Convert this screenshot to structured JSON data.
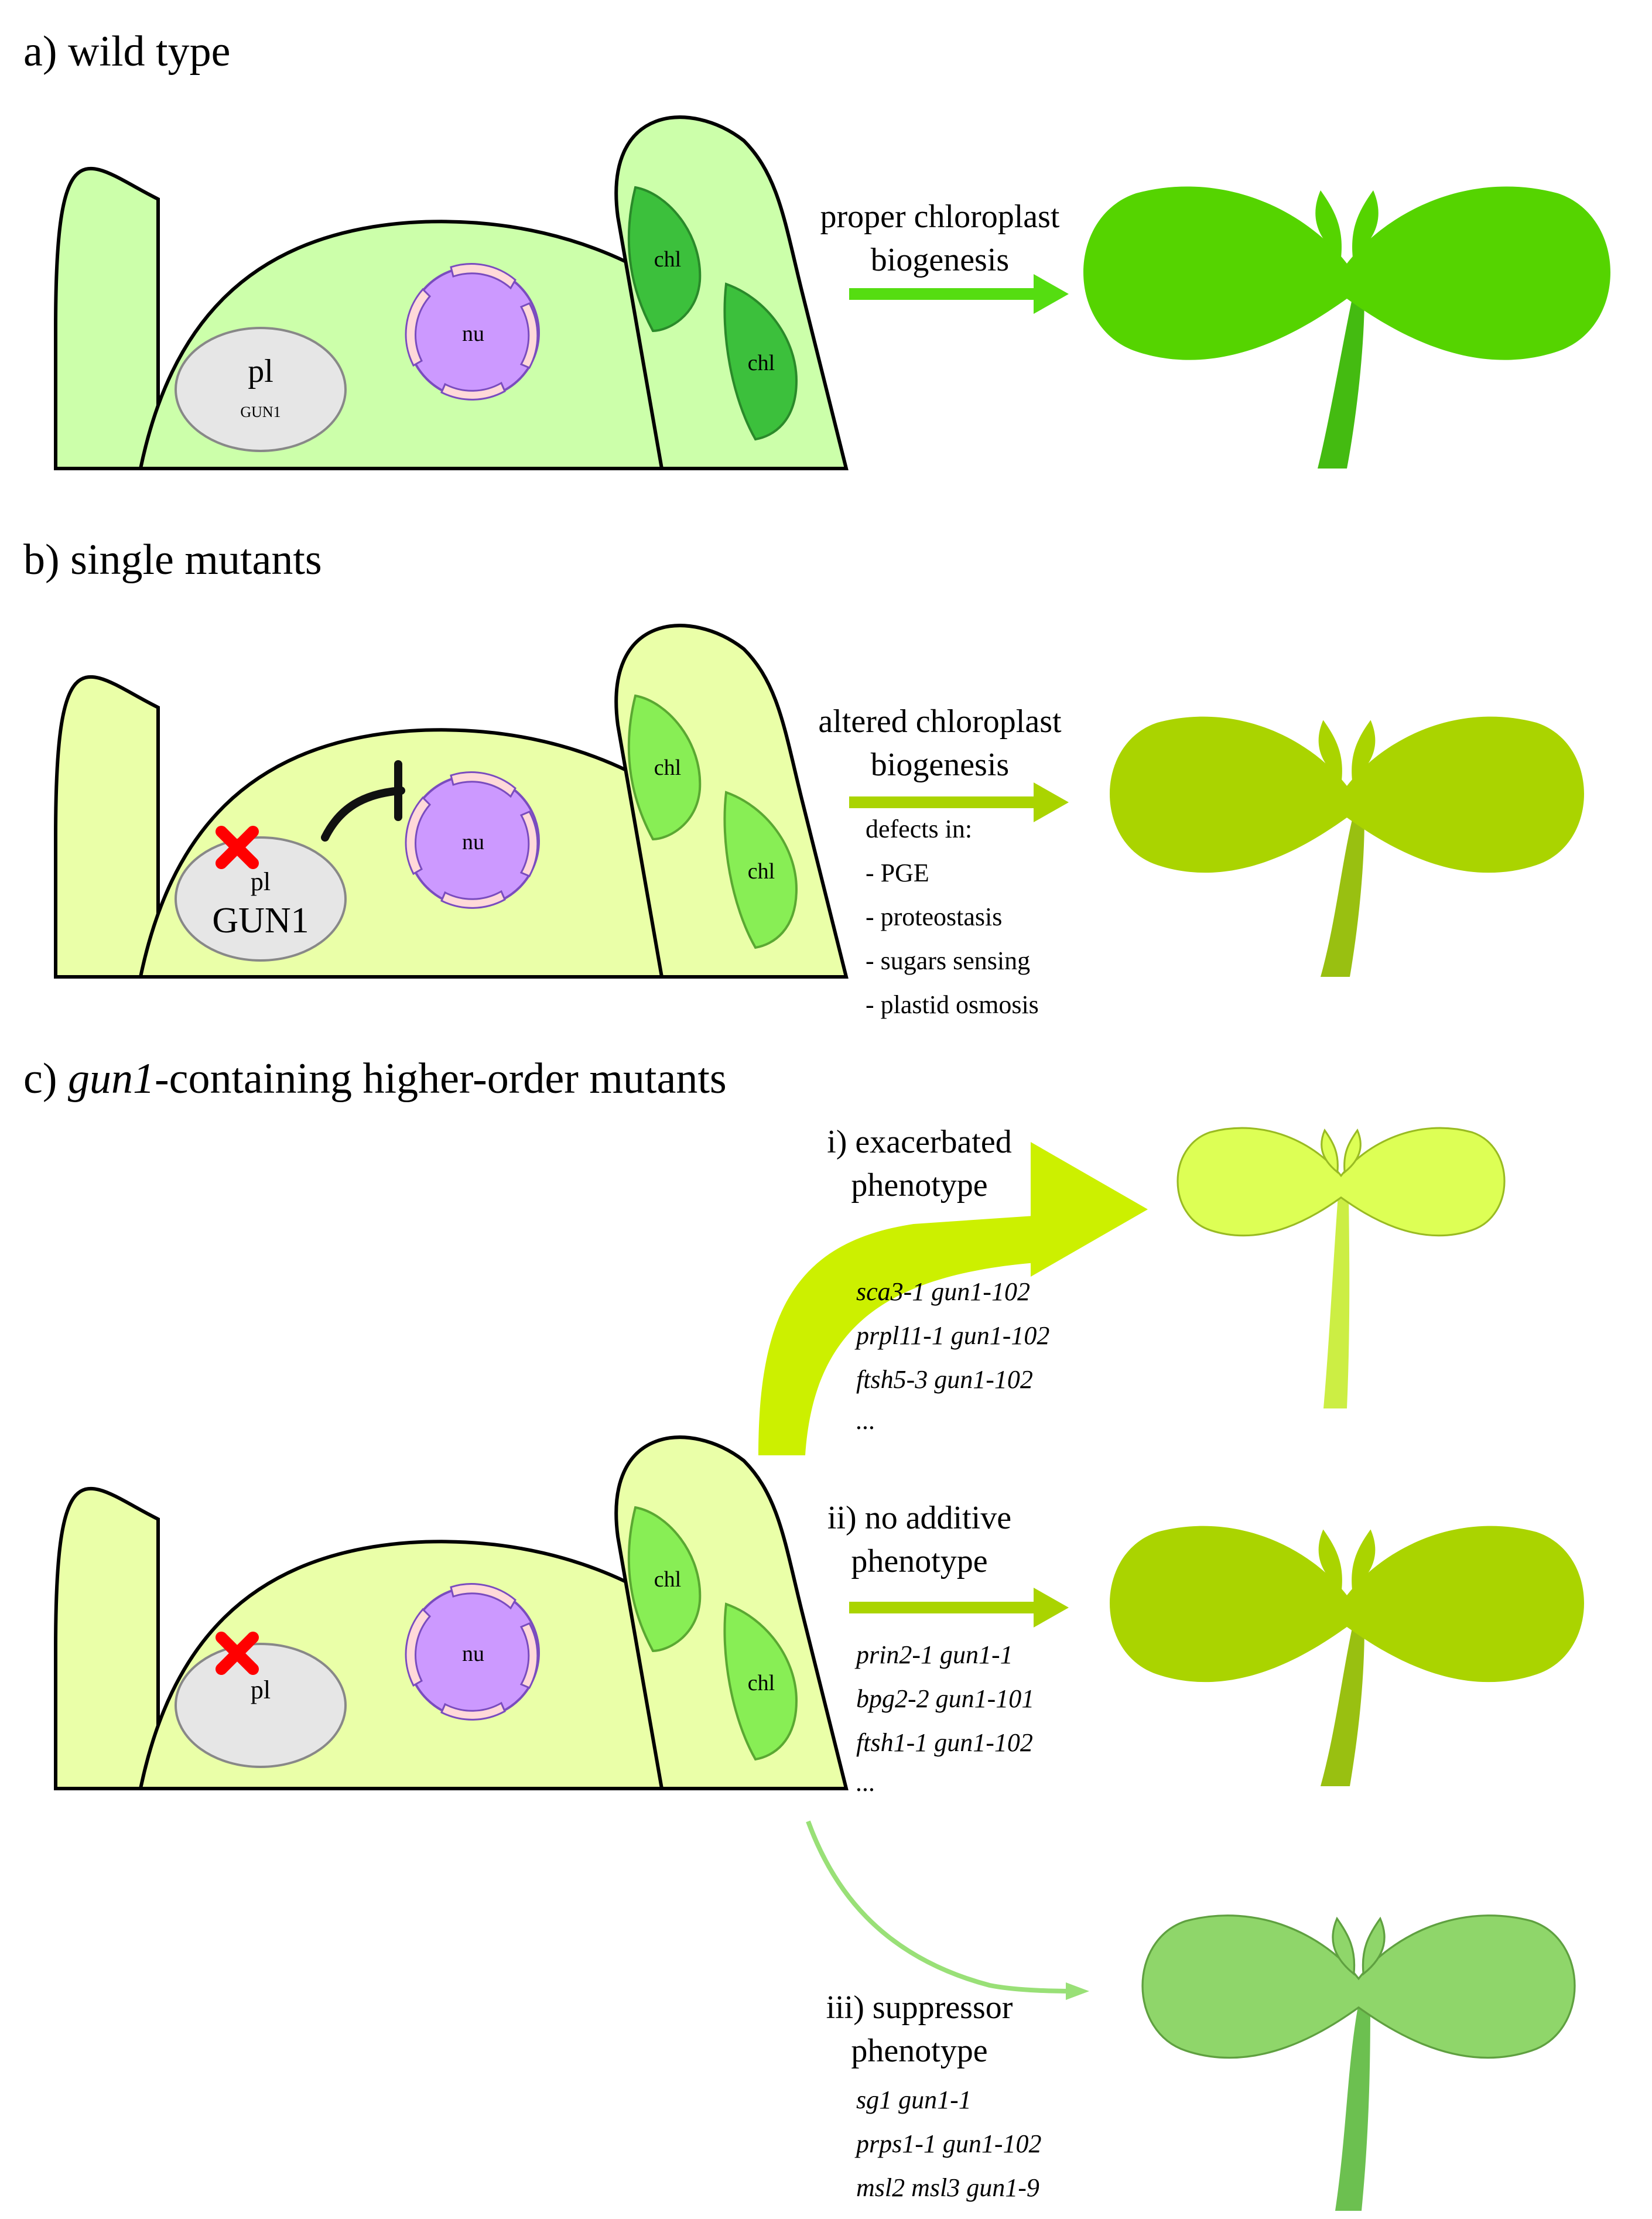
{
  "colors": {
    "wt_cell": "#ccffaa",
    "mut_cell": "#eaffa8",
    "plastid": "#e6e6e6",
    "nucleus": "#cc99ff",
    "nuclear_pore": "#ffd9d9",
    "chl_dark": "#3cc03c",
    "chl_light": "#88ee55",
    "seedling_wt": "#55d400",
    "seedling_wt_stem": "#44bb11",
    "seedling_mut": "#aad400",
    "seedling_mut_stem": "#99c011",
    "seedling_pale": "#ddff55",
    "seedling_pale_stem": "#ccee44",
    "seedling_sup": "#8fd66a",
    "seedling_sup_stem": "#6cc050",
    "arrow_wt": "#55dd11",
    "arrow_mut": "#aad400",
    "arrow_pale": "#ccf000",
    "arrow_sup": "#99e077",
    "cross": "#ff0000",
    "outline": "#000000"
  },
  "panel_a": {
    "title": "a) wild type",
    "plastid": {
      "label": "pl",
      "gene": "GUN1"
    },
    "nucleus": "nu",
    "chloroplast_1": "chl",
    "chloroplast_2": "chl",
    "arrow_label_1": "proper chloroplast",
    "arrow_label_2": "biogenesis"
  },
  "panel_b": {
    "title": "b) single mutants",
    "plastid": {
      "label": "pl",
      "gene": "GUN1"
    },
    "nucleus": "nu",
    "chloroplast_1": "chl",
    "chloroplast_2": "chl",
    "arrow_label_1": "altered chloroplast",
    "arrow_label_2": "biogenesis",
    "defects_heading": "defects in:",
    "defects": [
      "- PGE",
      "- proteostasis",
      "- sugars sensing",
      "- plastid osmosis"
    ]
  },
  "panel_c": {
    "title_italic": "gun1",
    "title_rest": "-containing higher-order mutants",
    "title_prefix": "c) ",
    "plastid": {
      "label": "pl"
    },
    "nucleus": "nu",
    "chloroplast_1": "chl",
    "chloroplast_2": "chl",
    "outcome_i": {
      "label_1": "i) exacerbated",
      "label_2": "phenotype",
      "genotypes": [
        "sca3-1 gun1-102",
        "prpl11-1 gun1-102",
        "ftsh5-3 gun1-102",
        "..."
      ]
    },
    "outcome_ii": {
      "label_1": "ii) no additive",
      "label_2": "phenotype",
      "genotypes": [
        "prin2-1 gun1-1",
        "bpg2-2 gun1-101",
        "ftsh1-1 gun1-102",
        "..."
      ]
    },
    "outcome_iii": {
      "label_1": "iii) suppressor",
      "label_2": "phenotype",
      "genotypes": [
        "sg1 gun1-1",
        "prps1-1 gun1-102",
        "msl2 msl3 gun1-9"
      ]
    }
  }
}
